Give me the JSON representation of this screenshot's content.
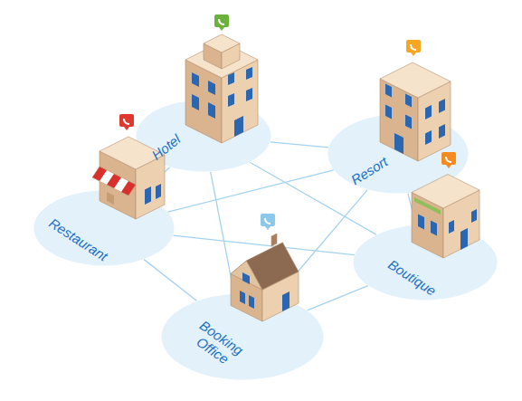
{
  "diagram": {
    "nodes": [
      {
        "text": [
          "Hotel"
        ]
      },
      {
        "text": [
          "Resort"
        ]
      },
      {
        "text": [
          "Restaurant"
        ]
      },
      {
        "text": [
          "Boutique"
        ]
      },
      {
        "text": [
          "Booking Office"
        ]
      }
    ],
    "edges": [
      {
        "from": 0,
        "to": 1,
        "arrow": "none"
      },
      {
        "from": 0,
        "to": 2,
        "arrow": "none"
      },
      {
        "from": 0,
        "to": 3,
        "arrow": "none"
      },
      {
        "from": 0,
        "to": 4,
        "arrow": "none"
      },
      {
        "from": 1,
        "to": 2,
        "arrow": "none"
      },
      {
        "from": 1,
        "to": 3,
        "arrow": "none"
      },
      {
        "from": 1,
        "to": 4,
        "arrow": "none"
      },
      {
        "from": 2,
        "to": 3,
        "arrow": "none"
      },
      {
        "from": 2,
        "to": 4,
        "arrow": "none"
      },
      {
        "from": 3,
        "to": 4,
        "arrow": "none"
      }
    ]
  }
}
